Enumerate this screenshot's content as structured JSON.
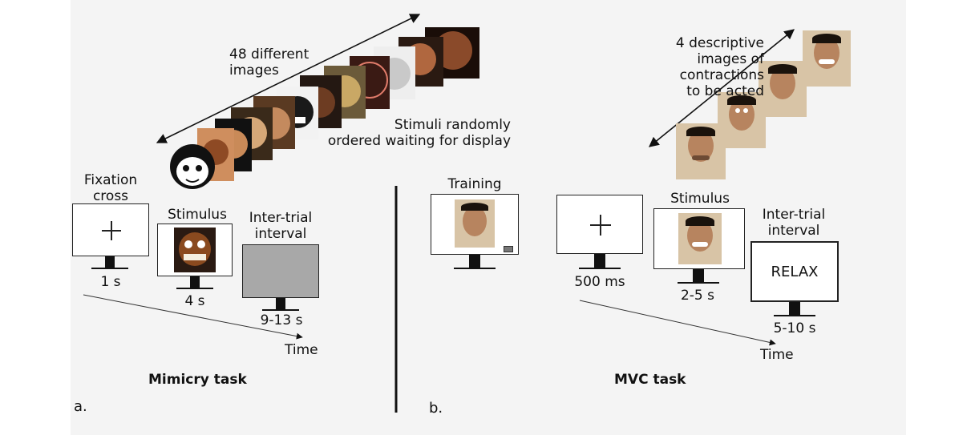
{
  "panel_a": {
    "images_label": "48 different\nimages",
    "stimuli_label": "Stimuli randomly\nordered waiting for display",
    "fixation_label": "Fixation\ncross",
    "fixation_time": "1 s",
    "stimulus_label": "Stimulus",
    "stimulus_time": "4 s",
    "iti_label": "Inter-trial\ninterval",
    "iti_time": "9-13 s",
    "time_label": "Time",
    "task_title": "Mimicry task",
    "panel_letter": "a."
  },
  "panel_b": {
    "images_label": "4 descriptive\nimages of\ncontractions\nto be acted",
    "training_label": "Training",
    "fixation_time": "500 ms",
    "stimulus_label": "Stimulus",
    "stimulus_time": "2-5 s",
    "iti_label": "Inter-trial\ninterval",
    "relax_text": "RELAX",
    "iti_time": "5-10 s",
    "time_label": "Time",
    "task_title": "MVC task",
    "panel_letter": "b."
  },
  "colors": {
    "iti_screen_a": "#a8a8a8",
    "skin": "#d9c2a3",
    "emg_marker": "#4fc3d9"
  }
}
